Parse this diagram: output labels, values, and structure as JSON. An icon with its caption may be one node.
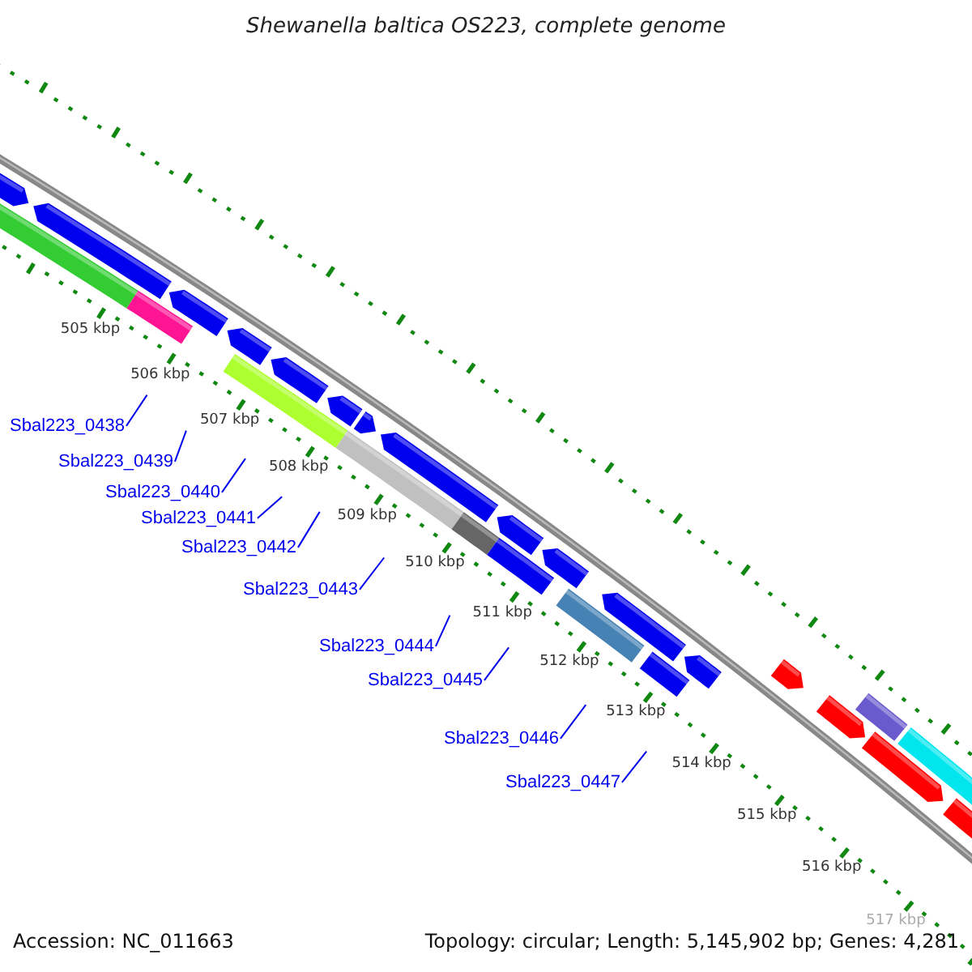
{
  "diagram": {
    "title": "Shewanella baltica OS223, complete genome",
    "nodes": [
      {
        "text": [
          "Sbal223_0438"
        ]
      },
      {
        "text": [
          "Sbal223_0439"
        ]
      },
      {
        "text": [
          "Sbal223_0440"
        ]
      },
      {
        "text": [
          "Sbal223_0441"
        ]
      },
      {
        "text": [
          "Sbal223_0442"
        ]
      },
      {
        "text": [
          "Sbal223_0443"
        ]
      },
      {
        "text": [
          "Sbal223_0444"
        ]
      },
      {
        "text": [
          "Sbal223_0445"
        ]
      },
      {
        "text": [
          "Sbal223_0446"
        ]
      },
      {
        "text": [
          "Sbal223_0447"
        ]
      }
    ],
    "edges": [
      {
        "from": 0,
        "to": null,
        "arrow": "none"
      },
      {
        "from": 1,
        "to": null,
        "arrow": "none"
      },
      {
        "from": 2,
        "to": null,
        "arrow": "none"
      },
      {
        "from": 3,
        "to": null,
        "arrow": "none"
      },
      {
        "from": 4,
        "to": null,
        "arrow": "none"
      },
      {
        "from": 5,
        "to": null,
        "arrow": "none"
      },
      {
        "from": 6,
        "to": null,
        "arrow": "none"
      },
      {
        "from": 7,
        "to": null,
        "arrow": "none"
      },
      {
        "from": 8,
        "to": null,
        "arrow": "none"
      },
      {
        "from": 9,
        "to": null,
        "arrow": "none"
      }
    ],
    "labels": [
      "505 kbp",
      "506 kbp",
      "507 kbp",
      "508 kbp",
      "509 kbp",
      "510 kbp",
      "511 kbp",
      "512 kbp",
      "513 kbp",
      "514 kbp",
      "515 kbp",
      "516 kbp",
      "517 kbp",
      "Accession: NC_011663",
      "Topology: circular; Length: 5,145,902 bp; Genes: 4,281"
    ]
  }
}
